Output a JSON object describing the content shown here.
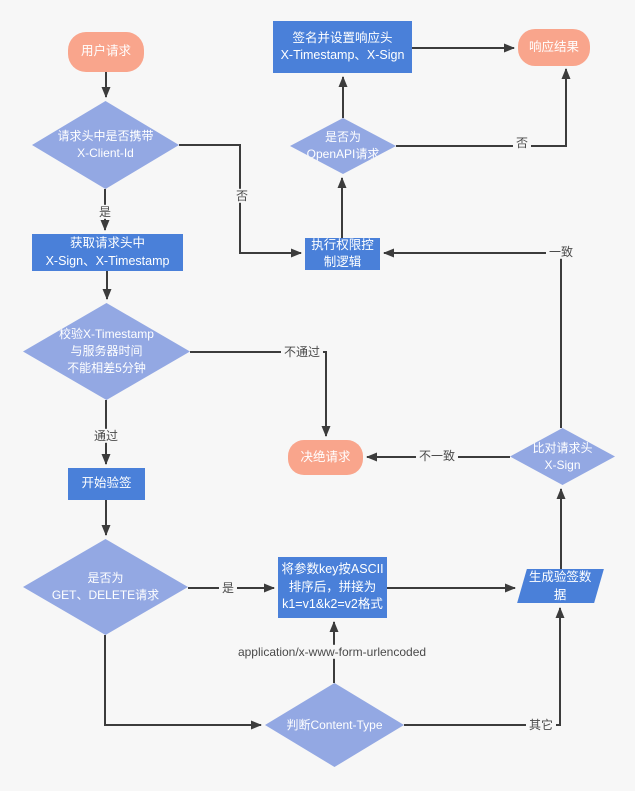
{
  "colors": {
    "background": "#f7f7f7",
    "process_fill": "#4a80d9",
    "decision_fill": "#93a8e3",
    "terminal_fill": "#f9a58c",
    "edge_line": "#3c3c3c",
    "edge_label_text": "#4a4a4a",
    "node_text": "#ffffff"
  },
  "nodes": {
    "user_request": "用户请求",
    "sign_set_response_headers": "签名并设置响应头\nX-Timestamp、X-Sign",
    "response_result": "响应结果",
    "has_client_id": "请求头中是否携带\nX-Client-Id",
    "is_openapi_request": "是否为\nOpenAPI请求",
    "get_request_headers": "获取请求头中\nX-Sign、X-Timestamp",
    "exec_permission_logic": "执行权限控\n制逻辑",
    "check_timestamp": "校验X-Timestamp\n与服务器时间\n不能相差5分钟",
    "reject_request": "决绝请求",
    "compare_x_sign": "比对请求头\nX-Sign",
    "start_verify": "开始验签",
    "is_get_delete": "是否为\nGET、DELETE请求",
    "sort_params": "将参数key按ASCII\n排序后，拼接为\nk1=v1&k2=v2格式",
    "generate_sign_data": "生成验签数\n据",
    "judge_content_type": "判断Content-Type"
  },
  "edge_labels": {
    "yes1": "是",
    "no1": "否",
    "pass": "通过",
    "fail": "不通过",
    "yes2": "是",
    "match": "一致",
    "mismatch": "不一致",
    "no2": "否",
    "other": "其它",
    "form_urlencoded": "application/x-www-form-urlencoded"
  }
}
